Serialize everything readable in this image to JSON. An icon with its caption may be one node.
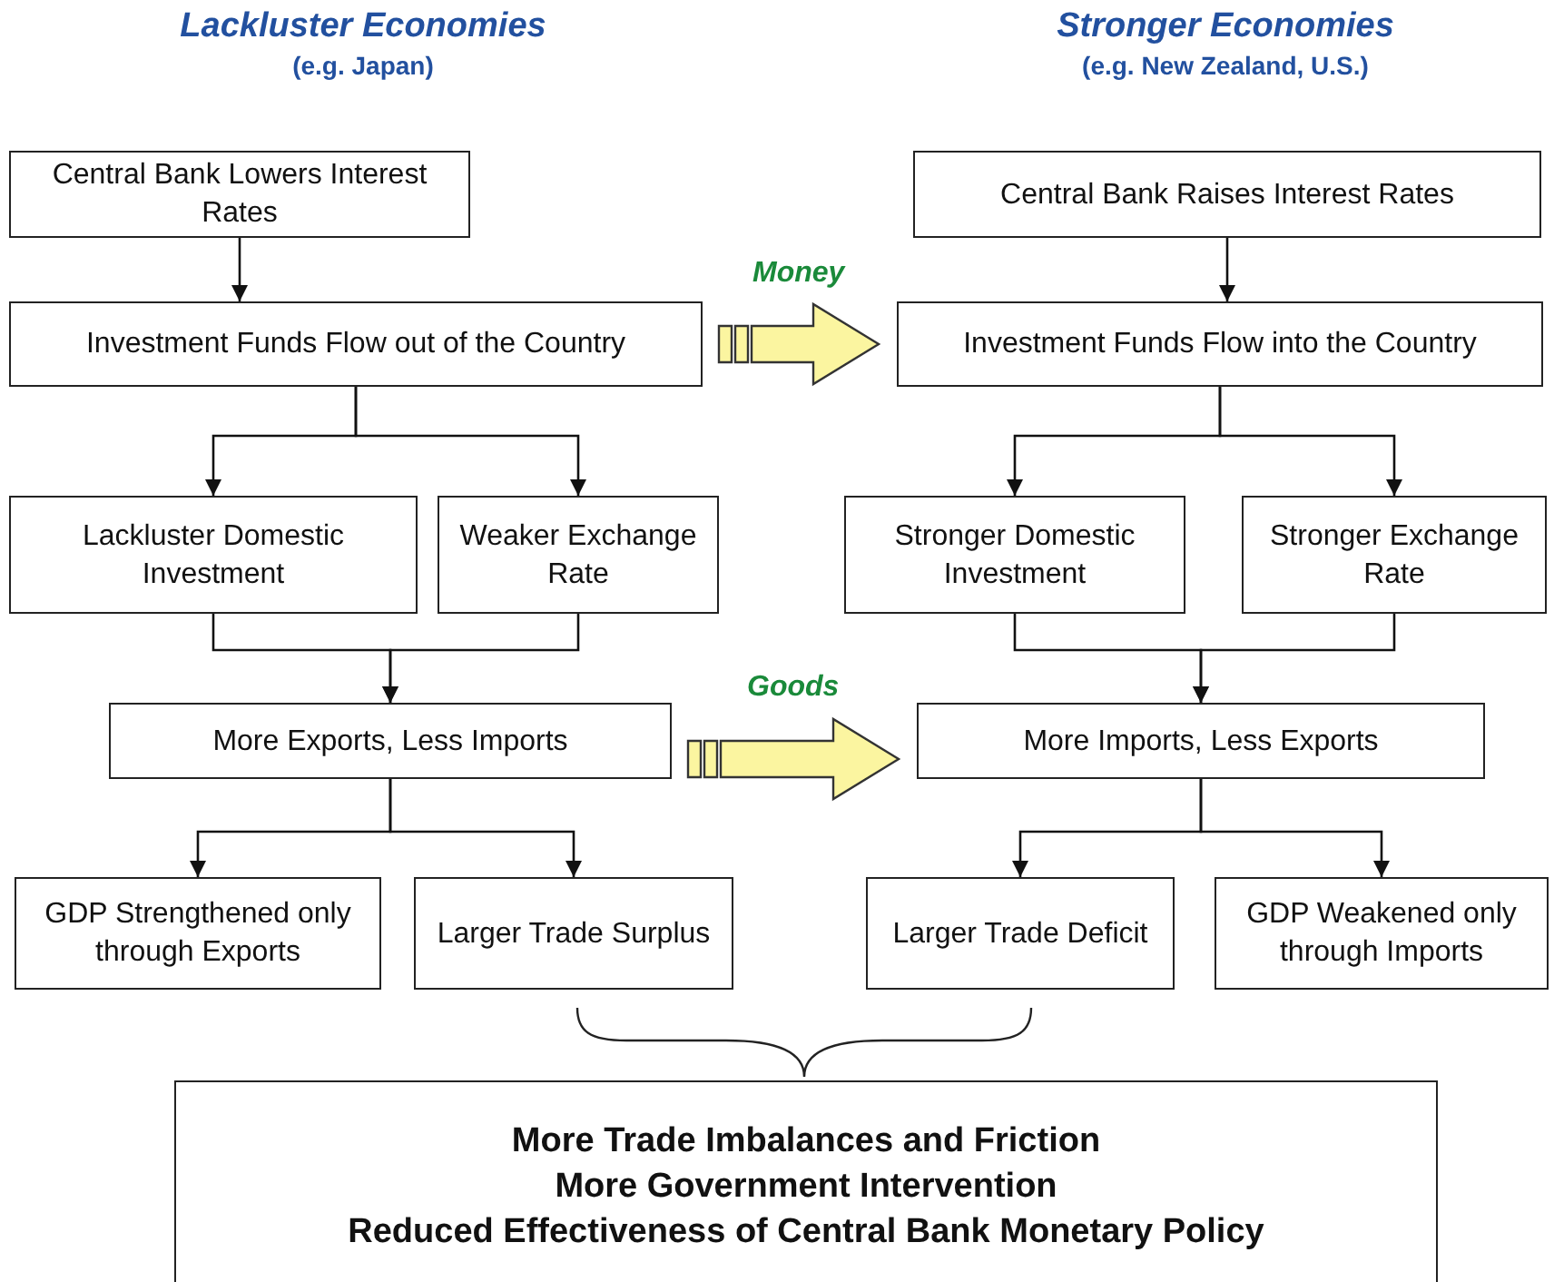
{
  "diagram": {
    "nodes": [
      {
        "text": [
          "Central Bank Lowers Interest Rates"
        ]
      },
      {
        "text": [
          "Investment Funds Flow out of the Country"
        ]
      },
      {
        "text": [
          "Lackluster Domestic Investment"
        ]
      },
      {
        "text": [
          "Weaker Exchange Rate"
        ]
      },
      {
        "text": [
          "More Exports, Less Imports"
        ]
      },
      {
        "text": [
          "GDP Strengthened only through Exports"
        ]
      },
      {
        "text": [
          "Larger Trade Surplus"
        ]
      },
      {
        "text": [
          "Central Bank Raises Interest Rates"
        ]
      },
      {
        "text": [
          "Investment Funds Flow into the Country"
        ]
      },
      {
        "text": [
          "Stronger Domestic Investment"
        ]
      },
      {
        "text": [
          "Stronger Exchange Rate"
        ]
      },
      {
        "text": [
          "More Imports, Less Exports"
        ]
      },
      {
        "text": [
          "Larger Trade Deficit"
        ]
      },
      {
        "text": [
          "GDP Weakened only through Imports"
        ]
      },
      {
        "text": [
          "More Trade Imbalances and Friction",
          "More Government Intervention",
          "Reduced Effectiveness of Central Bank Monetary Policy"
        ]
      }
    ],
    "edges": [
      {
        "from": 0,
        "to": 1,
        "arrow": "to"
      },
      {
        "from": 1,
        "to": 2,
        "arrow": "to"
      },
      {
        "from": 1,
        "to": 3,
        "arrow": "to"
      },
      {
        "from": 2,
        "to": 4,
        "arrow": "to"
      },
      {
        "from": 3,
        "to": 4,
        "arrow": "to"
      },
      {
        "from": 4,
        "to": 5,
        "arrow": "to"
      },
      {
        "from": 4,
        "to": 6,
        "arrow": "to"
      },
      {
        "from": 7,
        "to": 8,
        "arrow": "to"
      },
      {
        "from": 8,
        "to": 9,
        "arrow": "to"
      },
      {
        "from": 8,
        "to": 10,
        "arrow": "to"
      },
      {
        "from": 9,
        "to": 11,
        "arrow": "to"
      },
      {
        "from": 10,
        "to": 11,
        "arrow": "to"
      },
      {
        "from": 11,
        "to": 12,
        "arrow": "to"
      },
      {
        "from": 11,
        "to": 13,
        "arrow": "to"
      },
      {
        "from": 1,
        "to": 8,
        "arrow": "to",
        "label": "Money",
        "style": "thick",
        "color": "#fbf5a0"
      },
      {
        "from": 4,
        "to": 11,
        "arrow": "to",
        "label": "Goods",
        "style": "thick",
        "color": "#fbf5a0"
      }
    ],
    "labels": [
      "Lackluster Economies",
      "(e.g. Japan)",
      "Stronger Economies",
      "(e.g. New Zealand, U.S.)"
    ]
  }
}
